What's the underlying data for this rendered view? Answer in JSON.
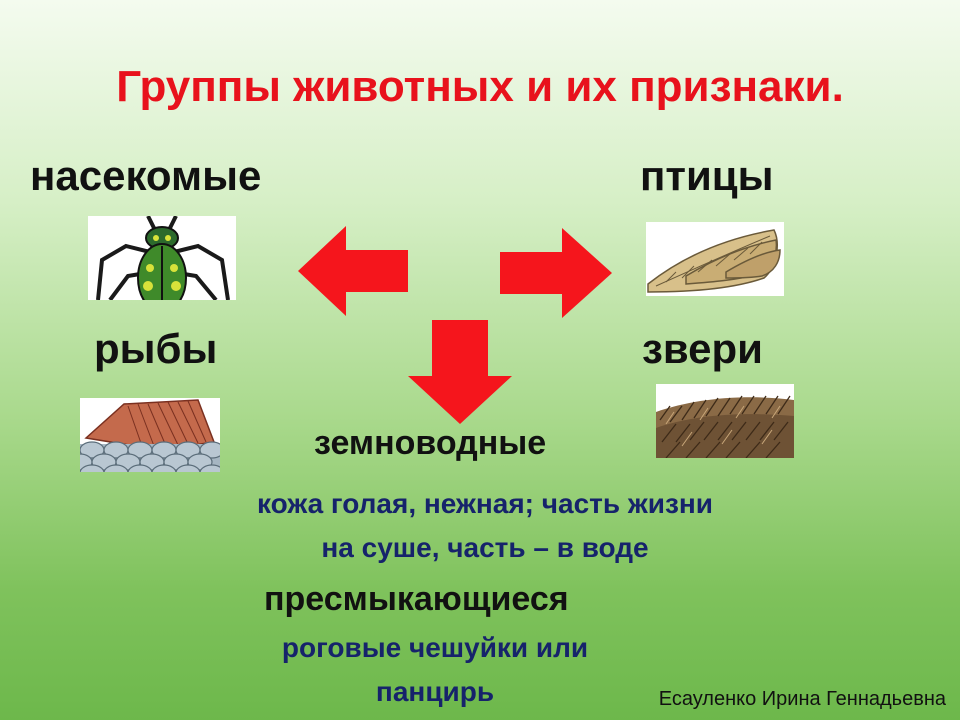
{
  "slide": {
    "title": "Группы животных и их признаки.",
    "groups": {
      "insects": "насекомые",
      "birds": "птицы",
      "fish": "рыбы",
      "mammals": "звери",
      "amphibians": "земноводные",
      "reptiles": "пресмыкающиеся"
    },
    "amphibians_desc": {
      "line1": "кожа голая, нежная; часть жизни",
      "line2": "на суше, часть – в воде"
    },
    "reptiles_desc": {
      "line1": "роговые чешуйки или",
      "line2": "панцирь"
    },
    "author": "Есауленко Ирина Геннадьевна",
    "colors": {
      "title": "#e8121c",
      "arrow": "#f5151c",
      "description": "#16236b"
    },
    "icons": [
      "beetle-image",
      "feather-image",
      "fish-scales-image",
      "fur-image",
      "arrow-left-icon",
      "arrow-right-icon",
      "arrow-down-icon"
    ]
  }
}
